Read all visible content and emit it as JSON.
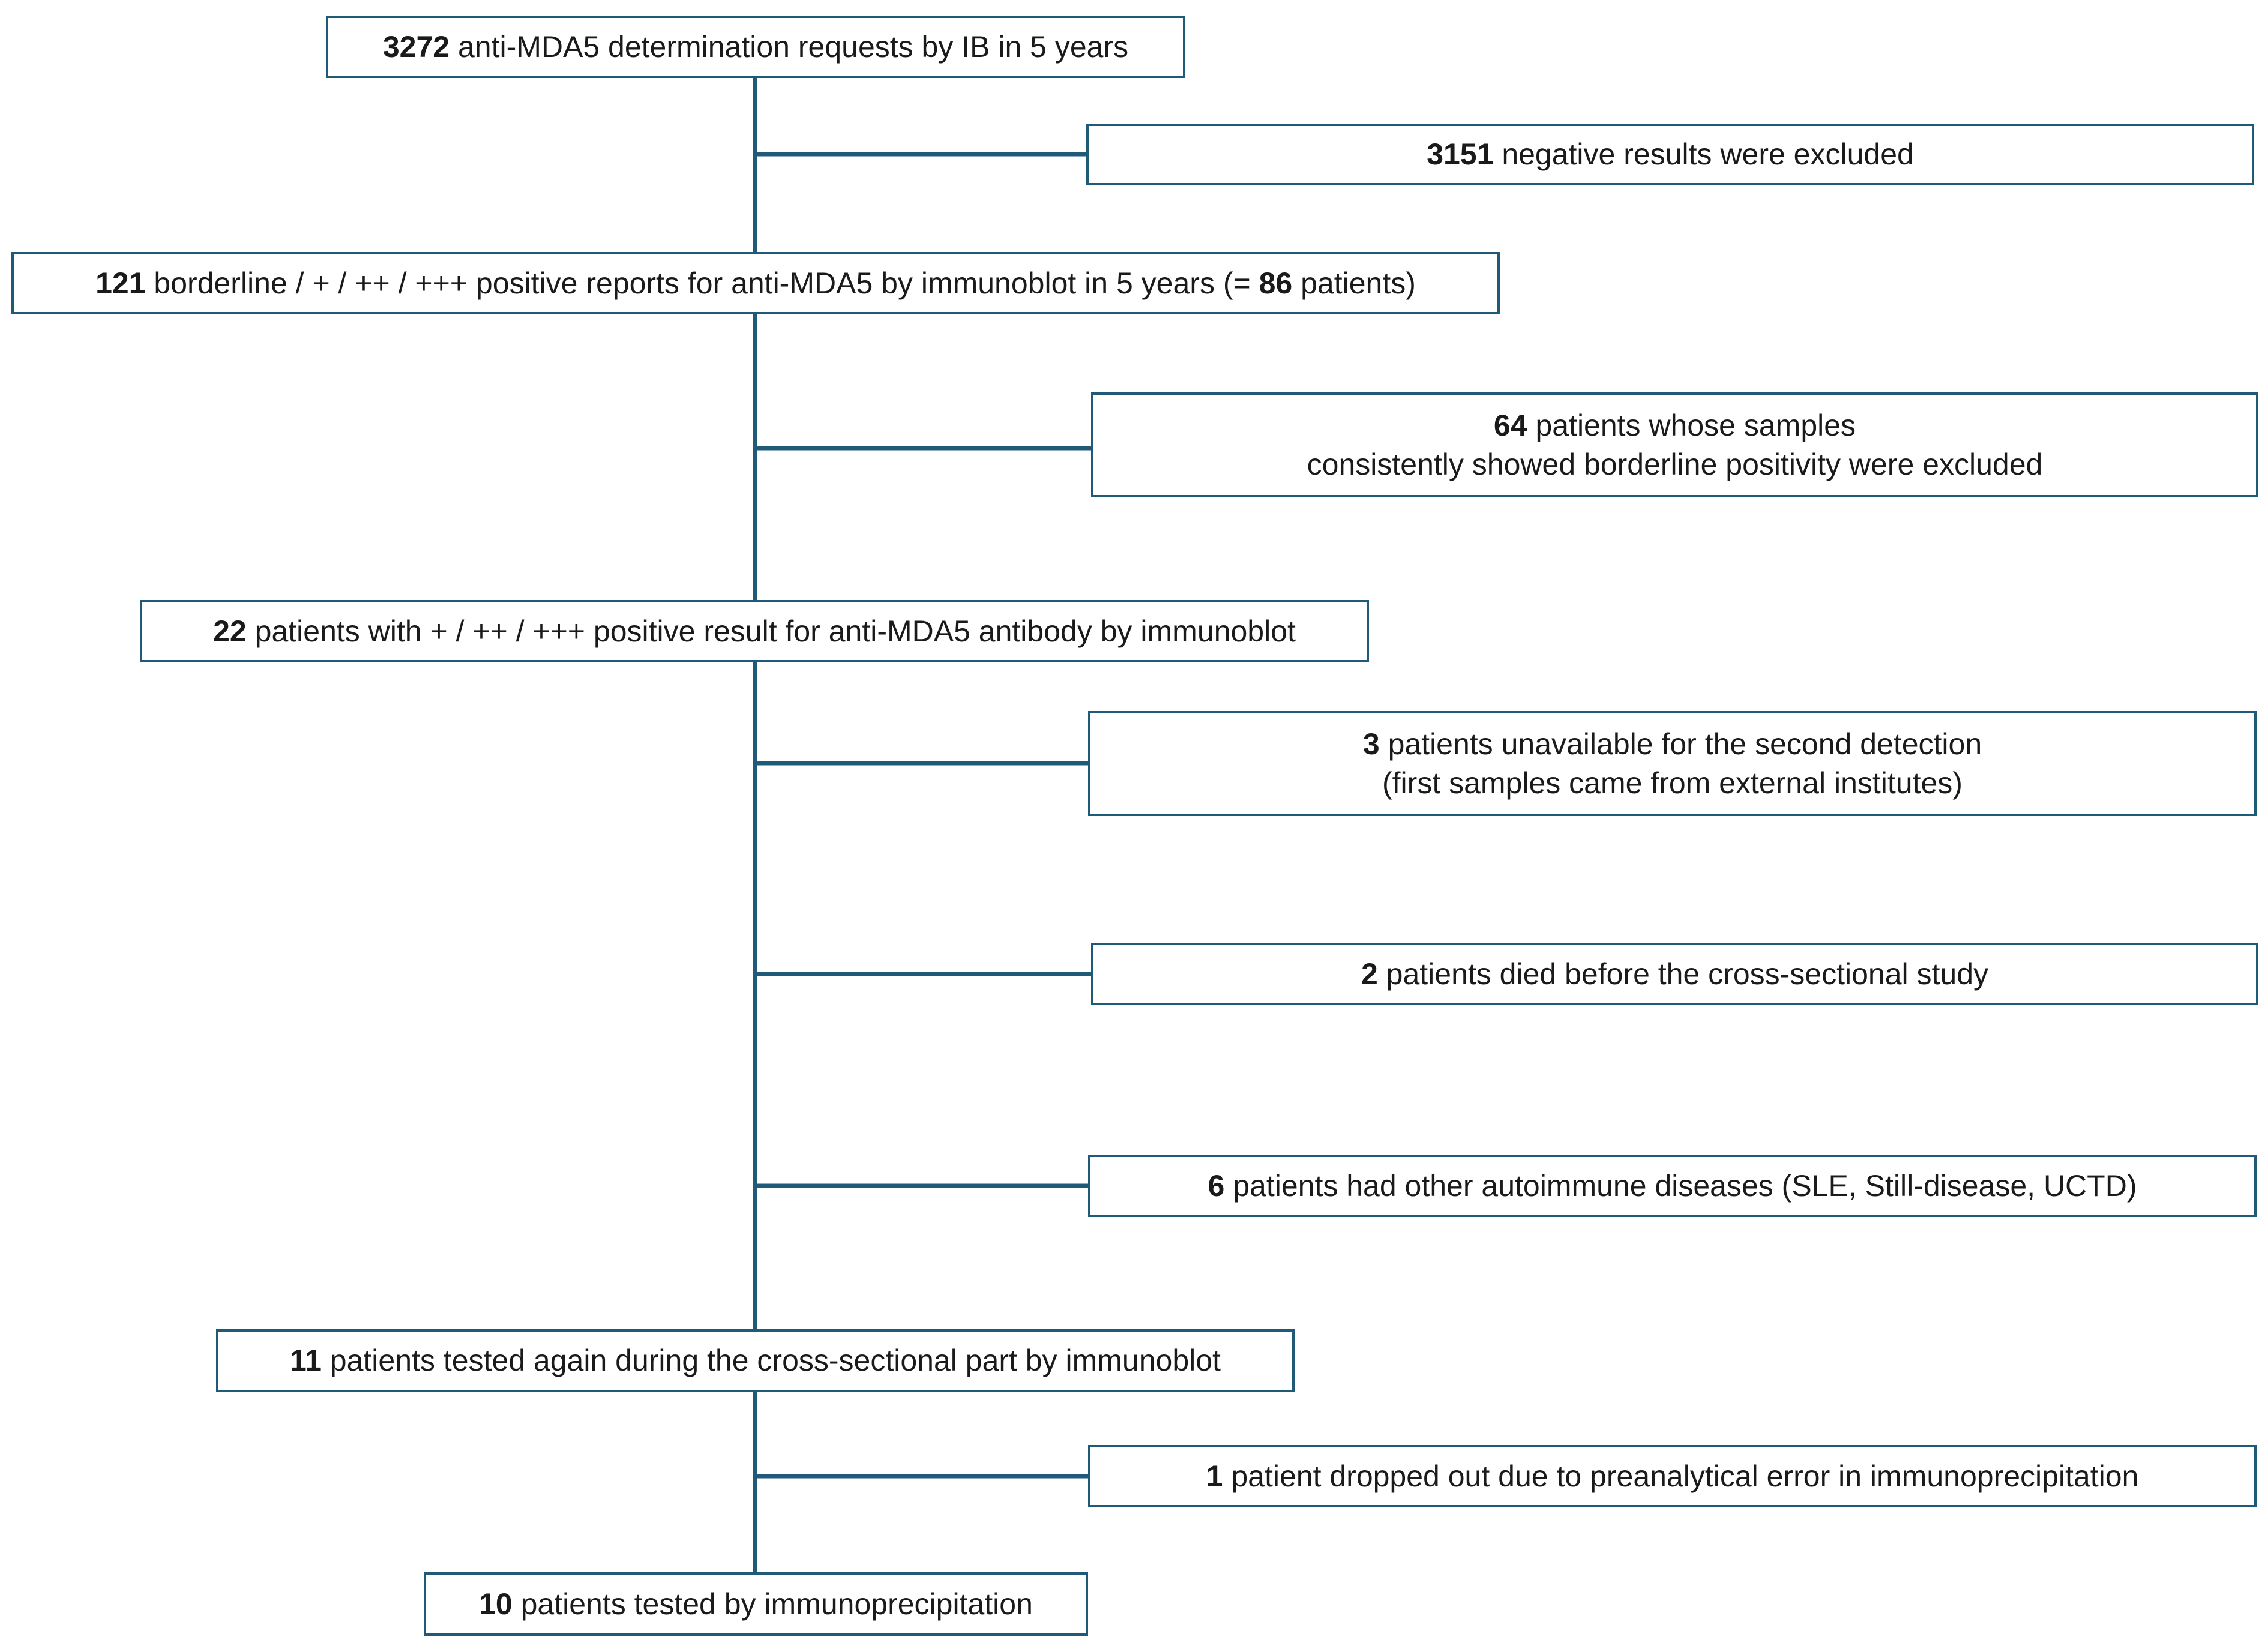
{
  "colors": {
    "connector": "#1f5a78",
    "box_border": "#1f5a78"
  },
  "flow": {
    "step1": {
      "count": "3272",
      "text": " anti-MDA5 determination requests by IB in 5 years"
    },
    "excl1": {
      "count": "3151",
      "text": " negative results were excluded"
    },
    "step2": {
      "count": "121",
      "text": " borderline / + / ++ / +++ positive reports  for anti-MDA5 by immunoblot in 5 years (= ",
      "count2": "86",
      "text2": " patients)"
    },
    "excl2": {
      "count": "64",
      "text": " patients whose samples",
      "line2": "consistently showed borderline positivity were excluded"
    },
    "step3": {
      "count": "22",
      "text": " patients with + / ++ / +++ positive result for anti-MDA5 antibody by immunoblot"
    },
    "excl3a": {
      "count": "3",
      "text": " patients unavailable for the second detection",
      "line2": "(first samples came from external institutes)"
    },
    "excl3b": {
      "count": "2",
      "text": " patients died before the cross-sectional study"
    },
    "excl3c": {
      "count": "6",
      "text": " patients had other autoimmune diseases (SLE, Still-disease, UCTD)"
    },
    "step4": {
      "count": "11",
      "text": " patients tested again during the cross-sectional part by immunoblot"
    },
    "excl4": {
      "count": "1",
      "text": " patient dropped out due to preanalytical error in immunoprecipitation"
    },
    "step5": {
      "count": "10",
      "text": " patients tested by immunoprecipitation"
    }
  }
}
